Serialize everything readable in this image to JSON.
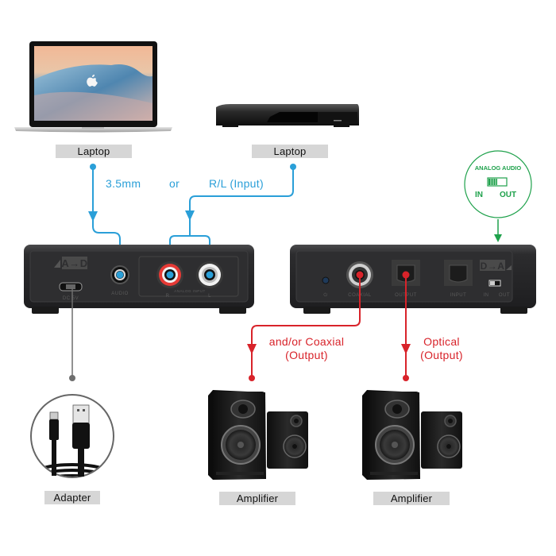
{
  "sources": {
    "laptop_label": "Laptop",
    "dvd_label": "Laptop"
  },
  "input_connections": {
    "aux_label": "3.5mm",
    "or_label": "or",
    "rca_label": "R/L (Input)"
  },
  "analog_badge": {
    "title": "ANALOG AUDIO",
    "in_label": "IN",
    "out_label": "OUT"
  },
  "adc_device": {
    "logo": "A→D",
    "power_port_label": "DC 5V",
    "aux_port_label": "AUDIO",
    "rca_group_label": "ANALOG INPUT",
    "rca_right_label": "R",
    "rca_left_label": "L"
  },
  "dac_device": {
    "logo": "D→A",
    "power_led_label": "⏻",
    "coaxial_label": "COAXIAL",
    "optical_out_label": "OUTPUT",
    "optical_in_label": "INPUT",
    "switch_in_label": "IN",
    "switch_out_label": "OUT"
  },
  "output_connections": {
    "coaxial_label_line1": "and/or Coaxial",
    "coaxial_label_line2": "(Output)",
    "optical_label_line1": "Optical",
    "optical_label_line2": "(Output)"
  },
  "targets": {
    "adapter_label": "Adapter",
    "amplifier_1_label": "Amplifier",
    "amplifier_2_label": "Amplifier"
  },
  "colors": {
    "input_line": "#2a9fd8",
    "output_line": "#d8232a",
    "power_line": "#6e6e6e",
    "badge_green": "#1ea14b",
    "label_bg": "#d6d6d6"
  }
}
